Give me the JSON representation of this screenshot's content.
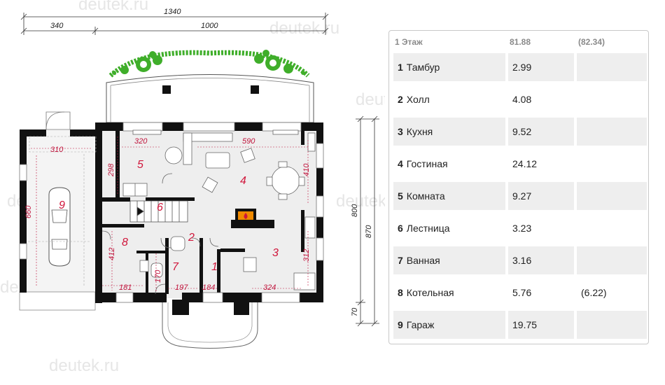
{
  "watermark": "deutek.ru",
  "dimensions": {
    "total_width": "1340",
    "left_width": "340",
    "right_width": "1000",
    "depth_main": "800",
    "depth_total": "870",
    "depth_porch": "70",
    "garage_width": "310",
    "garage_depth": "660",
    "d320": "320",
    "d590": "590",
    "d298": "298",
    "d410": "410",
    "d412": "412",
    "d312": "312",
    "d181": "181",
    "d170": "170",
    "d197": "197",
    "d184": "184",
    "d324": "324"
  },
  "rooms_on_plan": [
    "1",
    "2",
    "3",
    "4",
    "5",
    "6",
    "7",
    "8",
    "9"
  ],
  "legend": {
    "floor_name": "1 Этаж",
    "total_area": "81.88",
    "total_area_alt": "(82.34)",
    "rooms": [
      {
        "number": "1",
        "name": "Тамбур",
        "area": "2.99",
        "alt": ""
      },
      {
        "number": "2",
        "name": "Холл",
        "area": "4.08",
        "alt": ""
      },
      {
        "number": "3",
        "name": "Кухня",
        "area": "9.52",
        "alt": ""
      },
      {
        "number": "4",
        "name": "Гостиная",
        "area": "24.12",
        "alt": ""
      },
      {
        "number": "5",
        "name": "Комната",
        "area": "9.27",
        "alt": ""
      },
      {
        "number": "6",
        "name": "Лестница",
        "area": "3.23",
        "alt": ""
      },
      {
        "number": "7",
        "name": "Ванная",
        "area": "3.16",
        "alt": ""
      },
      {
        "number": "8",
        "name": "Котельная",
        "area": "5.76",
        "alt": "(6.22)"
      },
      {
        "number": "9",
        "name": "Гараж",
        "area": "19.75",
        "alt": ""
      }
    ]
  },
  "colors": {
    "wall": "#111111",
    "floor": "#eeeeee",
    "room_number": "#d0163b",
    "plants": "#3fae2a",
    "table_shade": "#eeeeee",
    "fire": "#f08a00"
  }
}
